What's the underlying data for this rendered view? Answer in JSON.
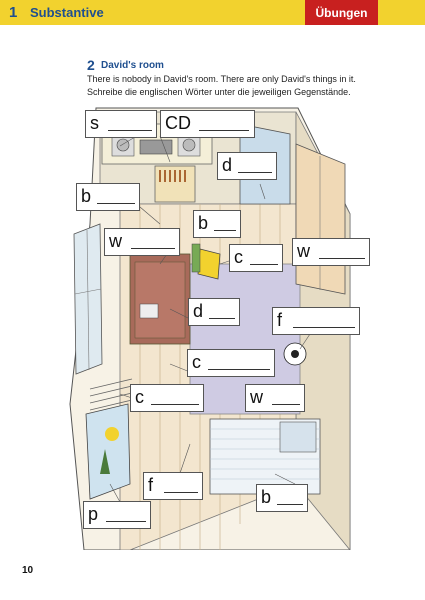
{
  "header": {
    "chapter_number": "1",
    "chapter_title": "Substantive",
    "section_tag": "Übungen"
  },
  "exercise": {
    "number": "2",
    "title": "David's room",
    "instruction_line1": "There is nobody in David's room. There are only David's things in it.",
    "instruction_line2": "Schreibe die englischen Wörter unter die jeweiligen Gegenstände."
  },
  "labels": [
    "s",
    "CD",
    "d",
    "b",
    "b",
    "w",
    "w",
    "c",
    "d",
    "f",
    "c",
    "c",
    "w",
    "f",
    "b",
    "p"
  ],
  "colors": {
    "header_yellow": "#f2d22e",
    "tag_red": "#c8201f",
    "title_blue": "#1f4f8f"
  },
  "footer": {
    "page_number": "10"
  }
}
